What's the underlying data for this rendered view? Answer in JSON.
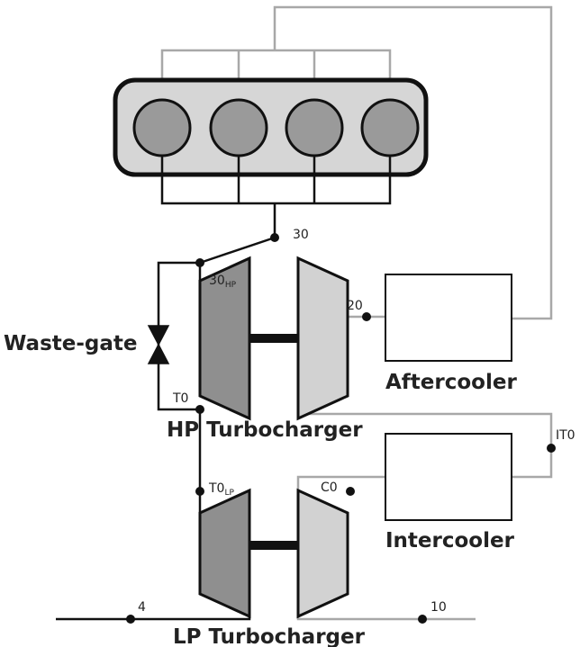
{
  "labels": {
    "waste_gate": "Waste-gate",
    "aftercooler": "Aftercooler",
    "intercooler": "Intercooler",
    "hp_turbocharger": "HP Turbocharger",
    "lp_turbocharger": "LP Turbocharger"
  },
  "nodes": {
    "n30": "30",
    "n30hp_main": "30",
    "n30hp_sub": "HP",
    "n20": "20",
    "nT0": "T0",
    "nIT0": "IT0",
    "nT0lp_main": "T0",
    "nT0lp_sub": "LP",
    "nC0": "C0",
    "n4": "4",
    "n10": "10"
  },
  "colors": {
    "engine_fill": "#d6d6d6",
    "cylinder_fill": "#9a9a9a",
    "turbine_fill": "#8f8f8f",
    "compressor_fill": "#d2d2d2",
    "gray_pipe": "#a8a8a8",
    "black_line": "#111111"
  }
}
